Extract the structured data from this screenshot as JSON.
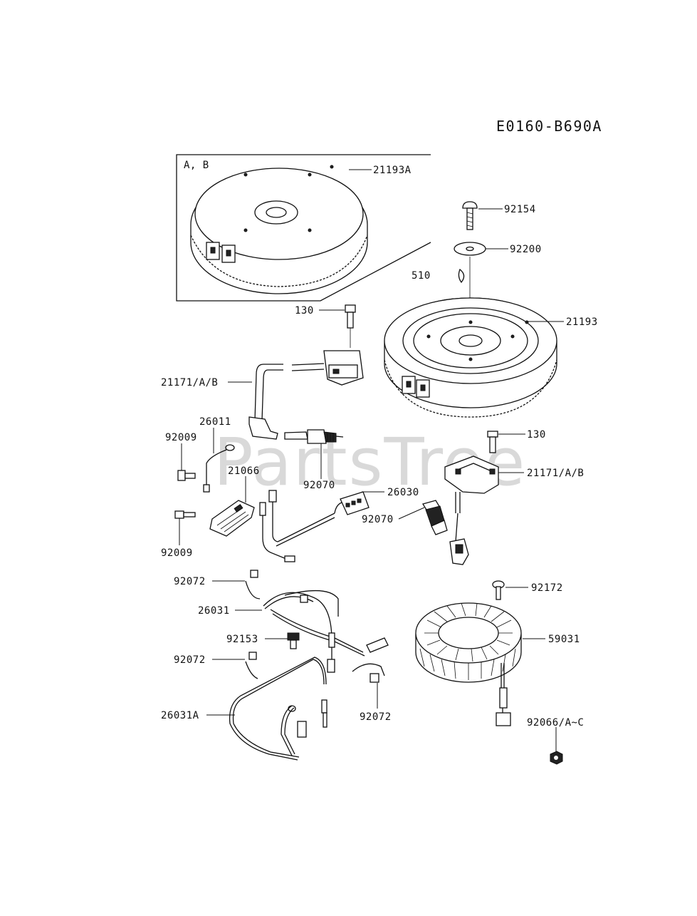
{
  "diagram_code": "E0160-B690A",
  "inset_label": "A, B",
  "watermark": "PartsTree",
  "callouts": {
    "c21193A": "21193A",
    "c92154": "92154",
    "c92200": "92200",
    "c510": "510",
    "c130_top": "130",
    "c21193": "21193",
    "c21171_left": "21171/A/B",
    "c26011": "26011",
    "c92009_top": "92009",
    "c21066": "21066",
    "c92070_left": "92070",
    "c26030": "26030",
    "c130_right": "130",
    "c21171_right": "21171/A/B",
    "c92070_right": "92070",
    "c92009_bottom": "92009",
    "c92072_top": "92072",
    "c26031": "26031",
    "c92172": "92172",
    "c92153": "92153",
    "c59031": "59031",
    "c92072_mid": "92072",
    "c26031A": "26031A",
    "c92072_bottom": "92072",
    "c92066": "92066/A~C"
  }
}
